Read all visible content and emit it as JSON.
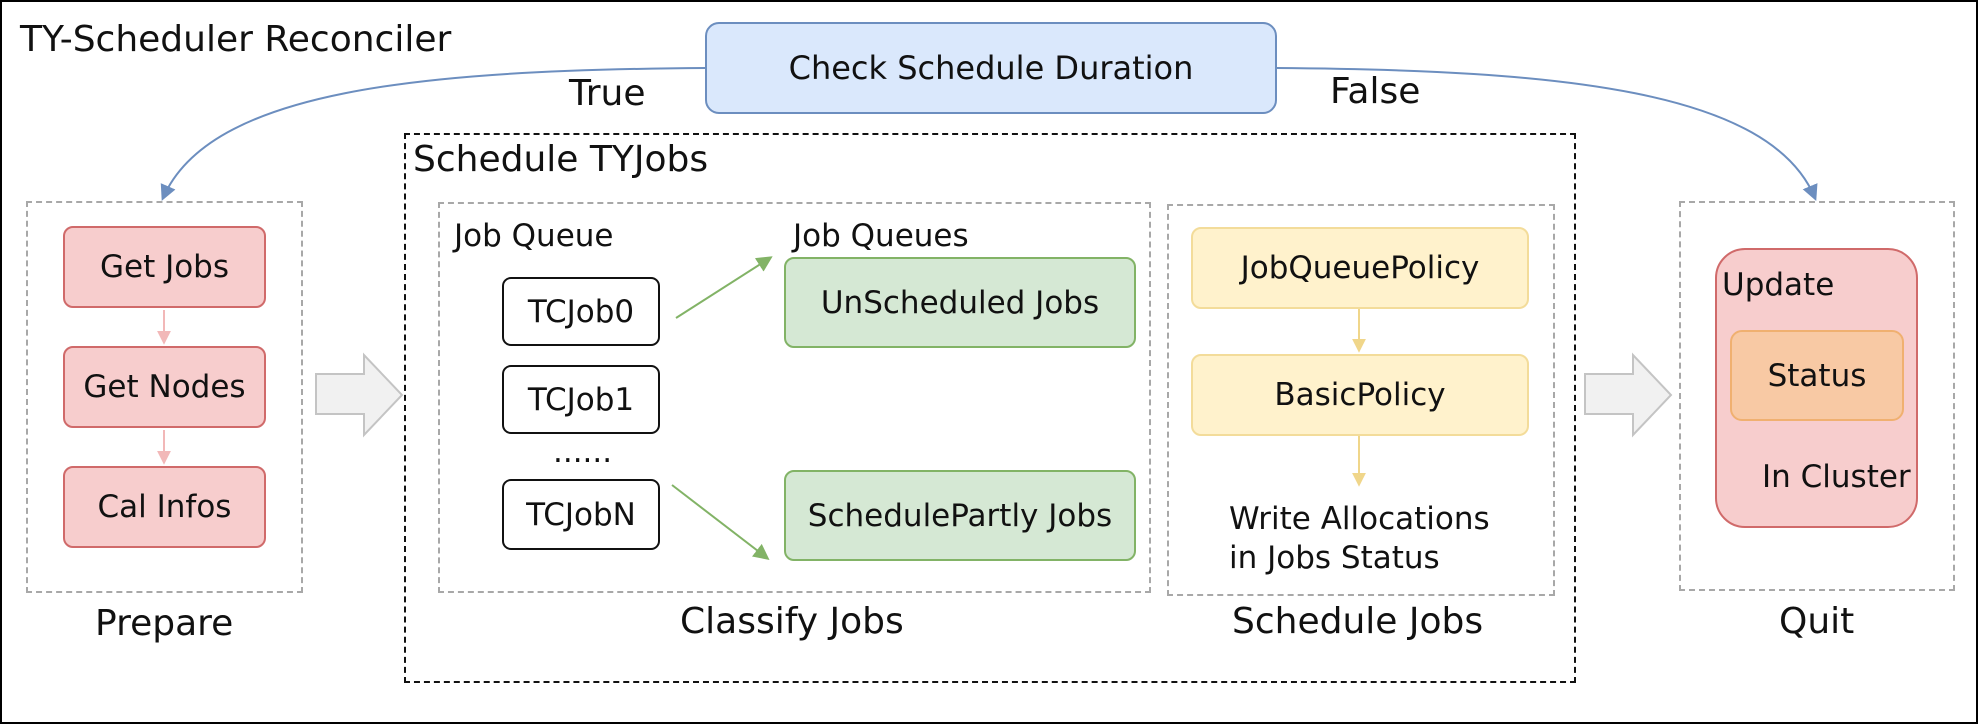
{
  "diagram": {
    "title": "TY-Scheduler Reconciler",
    "check": {
      "label": "Check Schedule Duration",
      "true_label": "True",
      "false_label": "False"
    },
    "prepare": {
      "caption": "Prepare",
      "steps": [
        "Get Jobs",
        "Get Nodes",
        "Cal Infos"
      ]
    },
    "schedule_tyjobs": {
      "title": "Schedule TYJobs",
      "classify": {
        "caption": "Classify Jobs",
        "job_queue_label": "Job Queue",
        "job_queues_label": "Job Queues",
        "jobs": [
          "TCJob0",
          "TCJob1",
          "TCJobN"
        ],
        "ellipsis": "......",
        "unscheduled": "UnScheduled Jobs",
        "schedule_partly": "SchedulePartly Jobs"
      },
      "schedule": {
        "caption": "Schedule Jobs",
        "policy1": "JobQueuePolicy",
        "policy2": "BasicPolicy",
        "write_line1": "Write Allocations",
        "write_line2": "in Jobs Status"
      }
    },
    "quit": {
      "caption": "Quit",
      "update_label": "Update",
      "status_label": "Status",
      "in_cluster_label": "In Cluster"
    }
  },
  "colors": {
    "red_fill": "#f7cdcd",
    "red_stroke": "#d06a6a",
    "green_fill": "#d5e8d4",
    "green_stroke": "#82b366",
    "yellow_fill": "#fff2cc",
    "yellow_stroke": "#f3dc9a",
    "blue_fill": "#dae8fc",
    "blue_stroke": "#6c8ebf",
    "orange_fill": "#f8c9a4",
    "orange_stroke": "#f0b070"
  }
}
